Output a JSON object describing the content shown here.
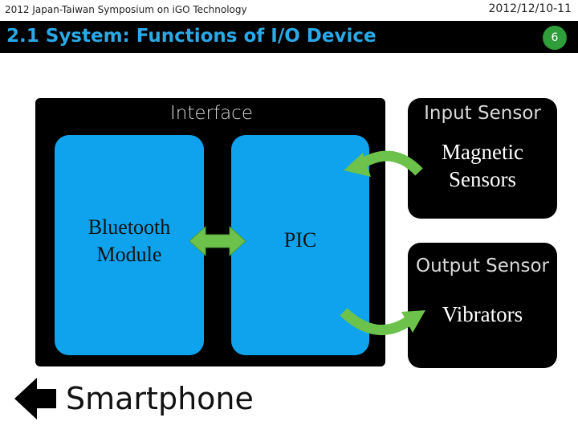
{
  "header": {
    "conference": "2012 Japan-Taiwan Symposium on iGO Technology",
    "date": "2012/12/10-11",
    "title": "2.1 System: Functions of I/O Device",
    "page_number": "6"
  },
  "diagram": {
    "interface_label": "Interface",
    "bluetooth_label": "Bluetooth Module",
    "pic_label": "PIC",
    "input_sensor": {
      "title": "Input Sensor",
      "device": "Magnetic Sensors"
    },
    "output_sensor": {
      "title": "Output Sensor",
      "device": "Vibrators"
    },
    "smartphone_label": "Smartphone"
  },
  "colors": {
    "title_text": "#2aa8e8",
    "module_fill": "#0fa3ee",
    "arrow_green": "#6cc24a",
    "badge_green": "#2e9d3a",
    "panel_fill": "#000000"
  },
  "icons": [
    "double-arrow-icon",
    "curved-arrow-icon",
    "left-arrow-icon"
  ]
}
